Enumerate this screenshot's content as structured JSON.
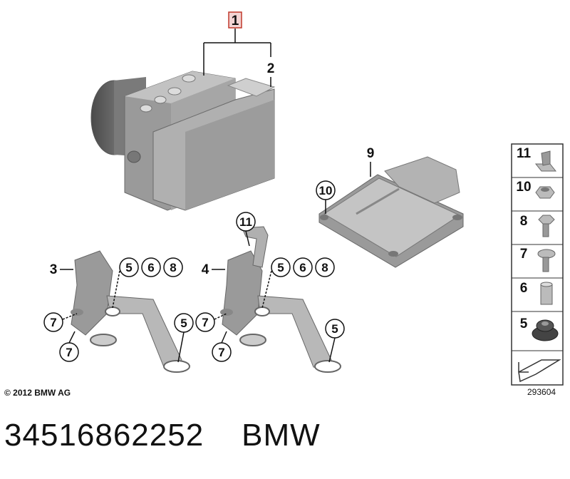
{
  "diagram": {
    "callout_main": "1",
    "callout_labels": [
      "2",
      "3",
      "4",
      "9"
    ],
    "circled_labels": {
      "c10": "10",
      "c11": "11",
      "c5": "5",
      "c6": "6",
      "c7": "7",
      "c8": "8"
    },
    "copyright": "© 2012 BMW AG",
    "image_id": "293604"
  },
  "legend": {
    "items": [
      {
        "label": "11",
        "icon": "clip-icon"
      },
      {
        "label": "10",
        "icon": "hex-nut-icon"
      },
      {
        "label": "8",
        "icon": "hex-bolt-icon"
      },
      {
        "label": "7",
        "icon": "round-screw-icon"
      },
      {
        "label": "6",
        "icon": "sleeve-icon"
      },
      {
        "label": "5",
        "icon": "rubber-mount-icon"
      }
    ]
  },
  "footer": {
    "part_number": "34516862252",
    "brand": "BMW"
  }
}
